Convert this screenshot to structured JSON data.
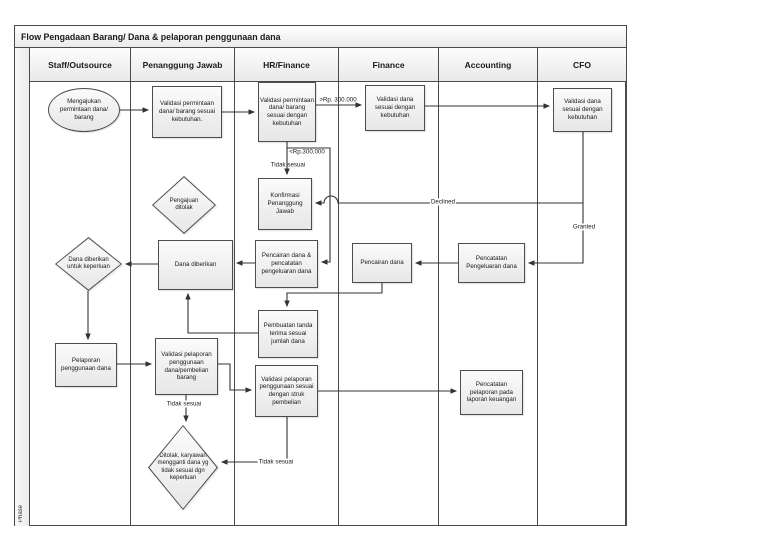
{
  "title": "Flow Pengadaan Barang/ Dana & pelaporan penggunaan dana",
  "phase_label": "Phase",
  "lanes": [
    {
      "label": "Staff/Outsource"
    },
    {
      "label": "Penanggung Jawab"
    },
    {
      "label": "HR/Finance"
    },
    {
      "label": "Finance"
    },
    {
      "label": "Accounting"
    },
    {
      "label": "CFO"
    }
  ],
  "nodes": {
    "start": "Mengajukan permintaan dana/ barang",
    "pj_validasi": "Validasi permintaan dana/ barang sesuai kebutuhan.",
    "hr_validasi": "Validasi permintaan dana/ barang sesuai dengan kebutuhan",
    "fin_validasi": "Validasi dana sesuai dengan kebutuhan",
    "cfo_validasi": "Validasi dana sesuai dengan kebutuhan",
    "konfirmasi": "Konfirmasi Penanggung Jawab",
    "pengajuan_ditolak": "Pengajuan ditolak",
    "dana_diberikan": "Dana diberikan",
    "pencairan_pencatatan": "Pencairan dana & pencatatan pengeluaran dana",
    "pencairan_dana": "Pencairan dana",
    "pencatatan_pengeluaran": "Pencatatan Pengeluaran dana",
    "dana_diberikan_keperluan": "Dana diberikan untuk keperluan",
    "pembuatan_tanda": "Pembuatan tanda terima sesuai jumlah dana",
    "pelaporan": "Pelaporan penggunaan dana",
    "pj_validasi_pelaporan": "Validasi pelaporan penggunaan dana/pembelian barang",
    "hr_validasi_pelaporan": "Validasi pelaporan penggunaan sesuai dengan struk pembelian",
    "pencatatan_pelaporan": "Pencatatan pelaporan pada laporan keuangan",
    "ditolak": "Ditolak, karyawan mengganti dana yg tidak sesuai dgn keperluan"
  },
  "edge_labels": {
    "gt_300k": ">Rp. 300.000",
    "lt_300k": "<Rp.300.000",
    "tidak_sesuai_1": "Tidak sesuai",
    "declined": "Declined",
    "granted": "Granted",
    "tidak_sesuai_2": "Tidak sesuai",
    "tidak_sesuai_3": "Tidak sesuai"
  },
  "colors": {
    "frame_border": "#4a4a4a",
    "shape_border": "#4d4d4d",
    "shape_fill_top": "#fbfbfb",
    "shape_fill_bottom": "#e7e7e7",
    "connector": "#333333",
    "text": "#1a1a1a",
    "background": "#ffffff"
  }
}
